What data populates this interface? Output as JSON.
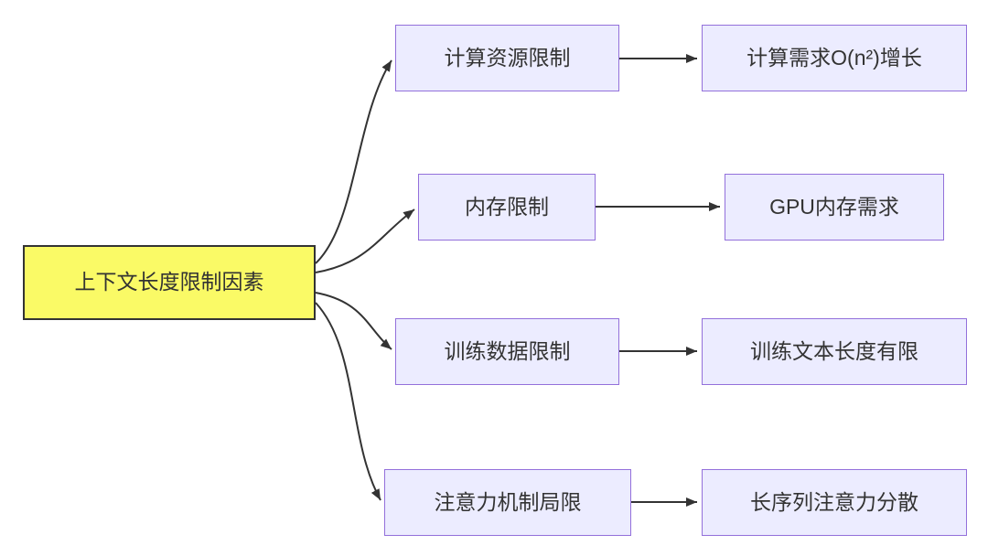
{
  "diagram": {
    "type": "flowchart",
    "direction": "left-to-right",
    "root": {
      "label": "上下文长度限制因素"
    },
    "branches": [
      {
        "factor": "计算资源限制",
        "consequence": "计算需求O(n²)增长"
      },
      {
        "factor": "内存限制",
        "consequence": "GPU内存需求"
      },
      {
        "factor": "训练数据限制",
        "consequence": "训练文本长度有限"
      },
      {
        "factor": "注意力机制局限",
        "consequence": "长序列注意力分散"
      }
    ],
    "colors": {
      "background": "#FFFFFF",
      "root_fill": "#FAFA66",
      "root_border": "#333333",
      "branch_fill": "#ECECFF",
      "branch_border": "#9370DB",
      "edge_stroke": "#333333",
      "text": "#333333"
    }
  }
}
